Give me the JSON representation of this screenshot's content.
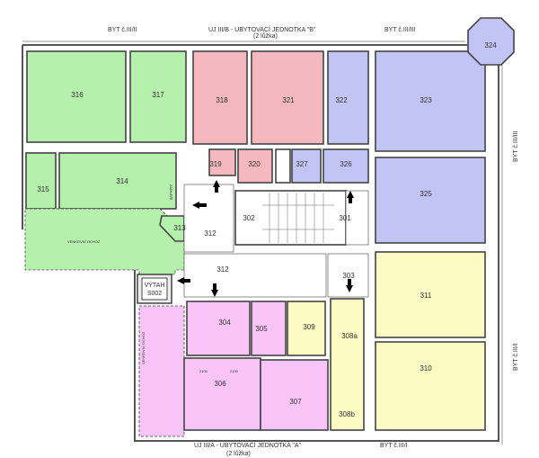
{
  "headers": {
    "top_left": "BYT č.III/II",
    "top_center": "UJ III/B - UBYTOVACÍ JEDNOTKA \"B\"",
    "top_center_sub": "(2 lůžka)",
    "top_right": "BYT č.III/III",
    "right_upper": "BYT č.III/III",
    "right_lower": "BYT č.III/I",
    "bottom_center": "UJ III/A - UBYTOVACÍ JEDNOTKA \"A\"",
    "bottom_center_sub": "(2 lůžka)",
    "bottom_right": "BYT č.III/I"
  },
  "rooms": {
    "r316": "316",
    "r317": "317",
    "r318": "318",
    "r321": "321",
    "r322": "322",
    "r323": "323",
    "r324": "324",
    "r319": "319",
    "r320": "320",
    "r327": "327",
    "r326": "326",
    "r325": "325",
    "r315": "315",
    "r314": "314",
    "r313": "313",
    "r312a": "312",
    "r312b": "312",
    "r302": "302",
    "r301": "301",
    "r303": "303",
    "r304": "304",
    "r305": "305",
    "r309": "309",
    "r308a": "308a",
    "r308b": "308b",
    "r306": "306",
    "r307": "307",
    "r311": "311",
    "r310": "310"
  },
  "annotations": {
    "zadveri": "ZÁDVEŘÍ",
    "terrace_top": "VENKOVNÍ OCHOZ",
    "terrace_left": "VENKOVNÍ OCHOZ",
    "elevator_line1": "VÝTAH",
    "elevator_line2": "S002",
    "dim1": "2100",
    "dim2": "2100"
  },
  "colors": {
    "byt_III_II": "#b6f0ad",
    "uj_III_B": "#f6b8bf",
    "byt_III_III": "#c3c4f6",
    "byt_III_I": "#fbfbc3",
    "uj_III_A": "#f9c4f7"
  }
}
